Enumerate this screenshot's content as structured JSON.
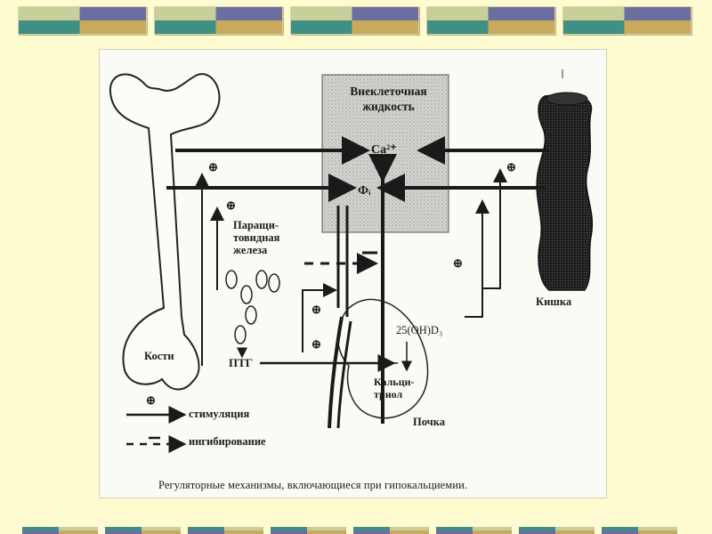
{
  "diagram": {
    "title": "Внеклеточная\nжидкость",
    "ion_ca": "Ca²⁺",
    "ion_phi": "Фᵢ",
    "bone_label": "Кости",
    "intestine_label": "Кишка",
    "gland_label": "Паращи-\nтовидная\nжелеза",
    "pth_label": "ПТГ",
    "vitd_label": "25(OH)D₃",
    "calcitriol_label": "Кальци-\nтриол",
    "kidney_label": "Почка",
    "plus_sign": "⊕",
    "legend": {
      "stimulation": "стимуляция",
      "inhibition": "ингибирование"
    },
    "caption": "Регуляторные механизмы, включающиеся при гипокальциемии."
  },
  "colors": {
    "background": "#fffbd0",
    "bar_teal": "#3f8f84",
    "bar_olive": "#c9cf9b",
    "bar_purple": "#6b6f9f",
    "bar_gold": "#c9a95c"
  }
}
